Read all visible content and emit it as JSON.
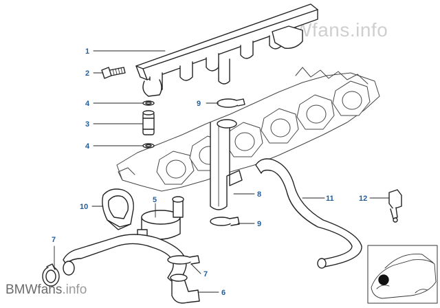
{
  "watermark": {
    "brand": "BMWfans",
    "tld": ".info"
  },
  "callouts": [
    "1",
    "2",
    "4",
    "3",
    "4",
    "9",
    "8",
    "9",
    "11",
    "12",
    "10",
    "5",
    "7",
    "7",
    "6"
  ],
  "colors": {
    "callout": "#1f5d9c",
    "line": "#222222",
    "watermark": "#cfcfcf"
  }
}
